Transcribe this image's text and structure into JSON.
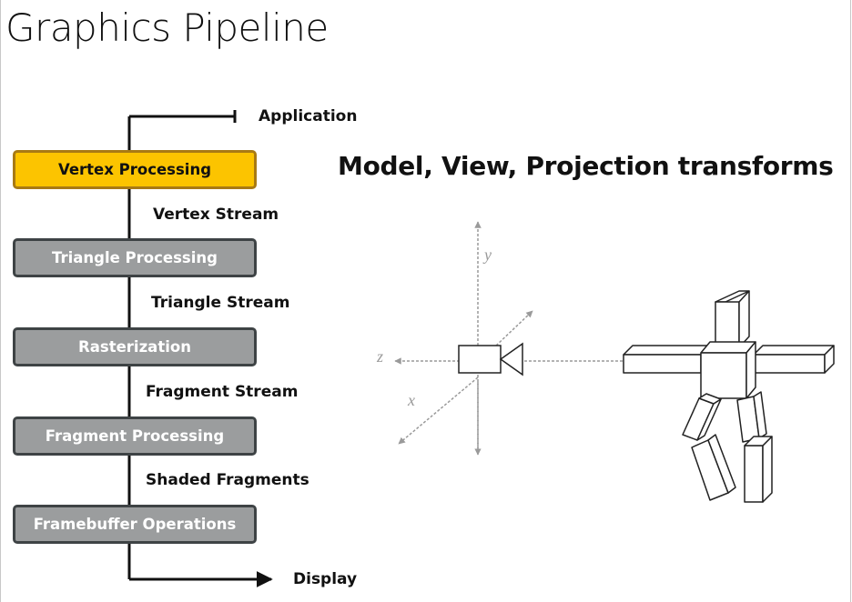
{
  "title": "Graphics Pipeline",
  "subtitle": "Model, View, Projection transforms",
  "input_label": "Application",
  "output_label": "Display",
  "stages": [
    {
      "label": "Vertex Processing",
      "active": true
    },
    {
      "label": "Triangle Processing",
      "active": false
    },
    {
      "label": "Rasterization",
      "active": false
    },
    {
      "label": "Fragment Processing",
      "active": false
    },
    {
      "label": "Framebuffer Operations",
      "active": false
    }
  ],
  "streams": [
    "Vertex Stream",
    "Triangle Stream",
    "Fragment Stream",
    "Shaded Fragments"
  ],
  "axes": {
    "y": "y",
    "z": "z",
    "x": "x"
  },
  "colors": {
    "active_fill": "#fcc400",
    "active_border": "#a87a14",
    "inactive_fill": "#9b9d9e",
    "inactive_border": "#3e4345"
  }
}
